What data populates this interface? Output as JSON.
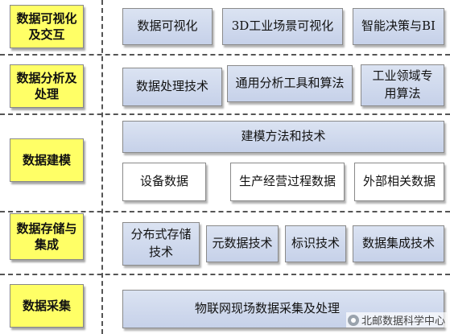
{
  "layers": [
    {
      "label_l1": "数据可视化",
      "label_l2": "及交互"
    },
    {
      "label_l1": "数据分析及",
      "label_l2": "处理"
    },
    {
      "label_l1": "数据建模",
      "label_l2": ""
    },
    {
      "label_l1": "数据存储与",
      "label_l2": "集成"
    },
    {
      "label_l1": "数据采集",
      "label_l2": ""
    }
  ],
  "visualization": {
    "box1": "数据可视化",
    "box2": "3D工业场景可视化",
    "box3": "智能决策与BI"
  },
  "analysis": {
    "box1": "数据处理技术",
    "box2": "通用分析工具和算法",
    "box3_l1": "工业领域专",
    "box3_l2": "用算法"
  },
  "modeling": {
    "header": "建模方法和技术",
    "box1": "设备数据",
    "box2": "生产经营过程数据",
    "box3": "外部相关数据"
  },
  "storage": {
    "box1_l1": "分布式存储",
    "box1_l2": "技术",
    "box2": "元数据技术",
    "box3": "标识技术",
    "box4": "数据集成技术"
  },
  "collection": {
    "box1": "物联网现场数据采集及处理"
  },
  "watermark": {
    "text": "北邮数据科学中心"
  },
  "colors": {
    "layer_fill": "#ffff66",
    "box_fill": "#c6d1e9"
  }
}
